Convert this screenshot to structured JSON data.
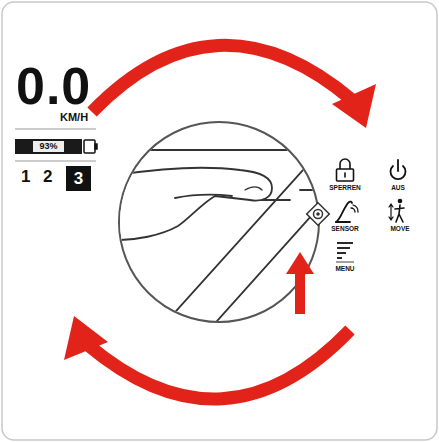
{
  "diagram": {
    "nodes": [
      {
        "text": [
          "93%"
        ]
      },
      {
        "text": [
          "3"
        ]
      }
    ],
    "labels": [
      "0.0",
      "KM/H",
      "1",
      "2",
      "SPERREN",
      "AUS",
      "SENSOR",
      "MOVE",
      "MENU"
    ]
  }
}
